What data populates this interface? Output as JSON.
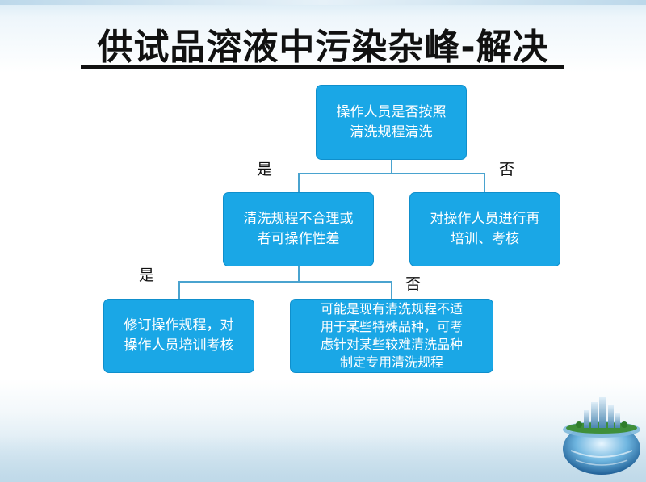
{
  "slide": {
    "title": "供试品溶液中污染杂峰-解决"
  },
  "diagram": {
    "root": {
      "line1": "操作人员是否按照",
      "line2": "清洗规程清洗"
    },
    "yes_label_1": "是",
    "no_label_1": "否",
    "left_child": {
      "line1": "清洗规程不合理或",
      "line2": "者可操作性差"
    },
    "right_child": {
      "line1": "对操作人员进行再",
      "line2": "培训、考核"
    },
    "yes_label_2": "是",
    "no_label_2": "否",
    "leaf_left": {
      "line1": "修订操作规程，对",
      "line2": "操作人员培训考核"
    },
    "leaf_right": {
      "line1": "可能是现有清洗规程不适",
      "line2": "用于某些特殊品种，可考",
      "line3": "虑针对某些较难清洗品种",
      "line4": "制定专用清洗规程"
    }
  },
  "colors": {
    "box_fill": "#1aa7e6",
    "connector": "#4aa3cf",
    "title_text": "#111111"
  },
  "decoration": {
    "globe_icon": "globe-city-icon"
  }
}
